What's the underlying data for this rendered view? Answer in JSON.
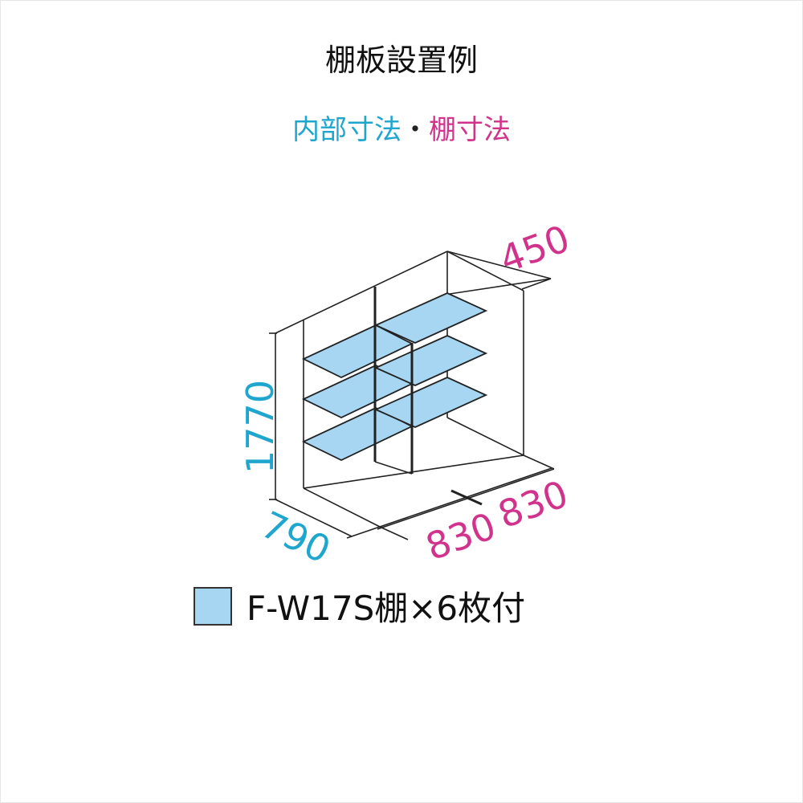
{
  "title": "棚板設置例",
  "subtitle": {
    "part1": "内部寸法",
    "separator": "・",
    "part2": "棚寸法"
  },
  "dimensions": {
    "depth_shelf": "450",
    "height": "1770",
    "depth": "790",
    "width_left": "830",
    "width_right": "830"
  },
  "legend": {
    "label": "F-W17S棚×6枚付"
  },
  "colors": {
    "interior_dim": "#1ea6cf",
    "shelf_dim": "#d1338c",
    "shelf_fill": "#a6d6f2"
  }
}
